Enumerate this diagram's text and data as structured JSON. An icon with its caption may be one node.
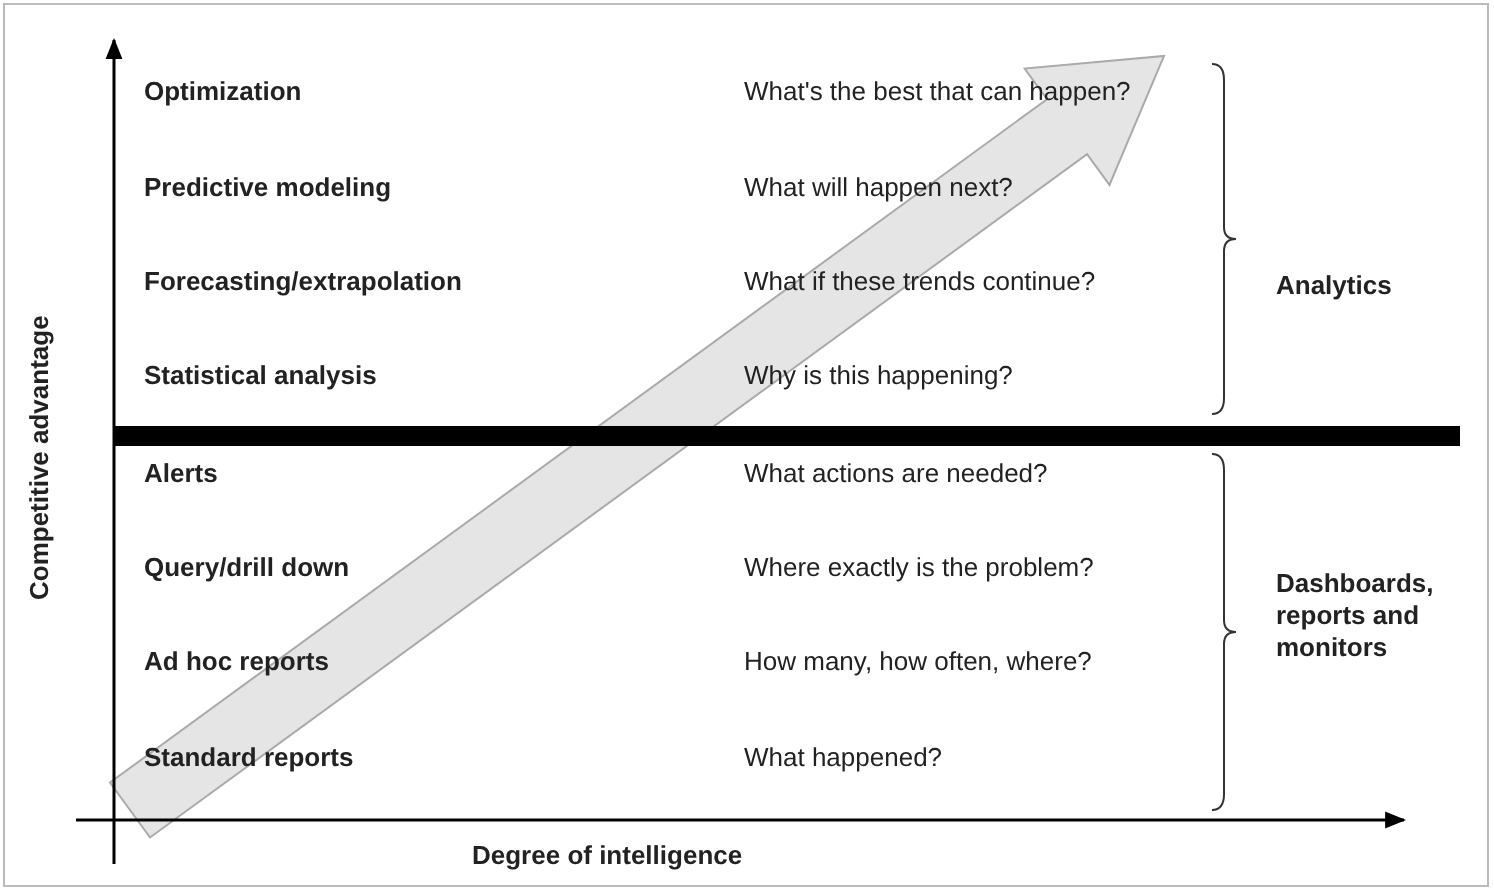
{
  "diagram": {
    "labels": [
      "Competitive advantage",
      "Optimization",
      "What's the best that can happen?",
      "Predictive modeling",
      "What will happen next?",
      "Forecasting/extrapolation",
      "What if these trends continue?",
      "Statistical analysis",
      "Why is this happening?",
      "Alerts",
      "What actions are needed?",
      "Query/drill down",
      "Where exactly is the problem?",
      "Ad hoc reports",
      "How many, how often, where?",
      "Standard reports",
      "What happened?",
      "Analytics",
      "Dashboards, reports and monitors",
      "Degree of intelligence"
    ]
  }
}
